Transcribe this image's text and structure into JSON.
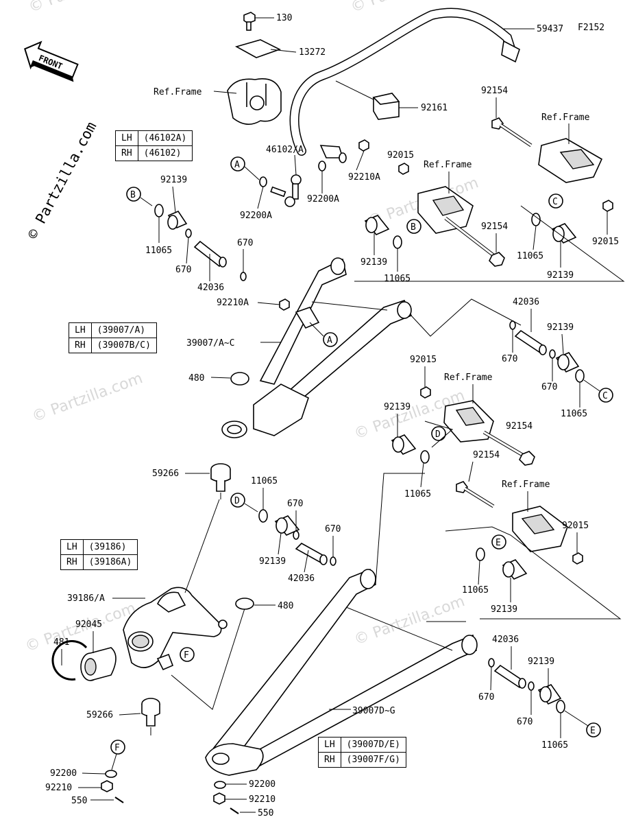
{
  "figure_code": "F2152",
  "copyright": "© Partzilla.com",
  "watermark": "© Partzilla.com",
  "front_label": "FRONT",
  "ref_frame": "Ref.Frame",
  "callouts": {
    "A": "A",
    "B": "B",
    "C": "C",
    "D": "D",
    "E": "E",
    "F": "F"
  },
  "labels": {
    "p130": "130",
    "p13272": "13272",
    "p59437": "59437",
    "p92161": "92161",
    "p92154a": "92154",
    "p46102": "46102/A",
    "p92210A_top": "92210A",
    "p92015a": "92015",
    "p92139a": "92139",
    "p92200A_l": "92200A",
    "p92200A_r": "92200A",
    "p11065a": "11065",
    "p670a": "670",
    "p670b": "670",
    "p42036a": "42036",
    "p92139b": "92139",
    "p11065b": "11065",
    "p92154b": "92154",
    "p11065c": "11065",
    "p92139c": "92139",
    "p92015b": "92015",
    "p92210A_mid": "92210A",
    "p39007AC": "39007/A~C",
    "p42036b": "42036",
    "p92139d": "92139",
    "p670c": "670",
    "p670d": "670",
    "p11065d": "11065",
    "p480a": "480",
    "p92015c": "92015",
    "p92139e": "92139",
    "p92154c": "92154",
    "p11065e": "11065",
    "p59266a": "59266",
    "p92154d": "92154",
    "p11065f": "11065",
    "p670e": "670",
    "p670f": "670",
    "p92139f": "92139",
    "p42036c": "42036",
    "p92015d": "92015",
    "p11065g": "11065",
    "p92139g": "92139",
    "p39186A": "39186/A",
    "p480b": "480",
    "p92045": "92045",
    "p481": "481",
    "p42036d": "42036",
    "p92139h": "92139",
    "p670g": "670",
    "p670h": "670",
    "p11065h": "11065",
    "p39007DG": "39007D~G",
    "p59266b": "59266",
    "p92200_l": "92200",
    "p92210_l": "92210",
    "p550_l": "550",
    "p92200_r": "92200",
    "p92210_r": "92210",
    "p550_r": "550"
  },
  "tables": {
    "t1": {
      "rows": [
        {
          "side": "LH",
          "code": "(46102A)"
        },
        {
          "side": "RH",
          "code": "(46102)"
        }
      ]
    },
    "t2": {
      "rows": [
        {
          "side": "LH",
          "code": "(39007/A)"
        },
        {
          "side": "RH",
          "code": "(39007B/C)"
        }
      ]
    },
    "t3": {
      "rows": [
        {
          "side": "LH",
          "code": "(39186)"
        },
        {
          "side": "RH",
          "code": "(39186A)"
        }
      ]
    },
    "t4": {
      "rows": [
        {
          "side": "LH",
          "code": "(39007D/E)"
        },
        {
          "side": "RH",
          "code": "(39007F/G)"
        }
      ]
    }
  }
}
